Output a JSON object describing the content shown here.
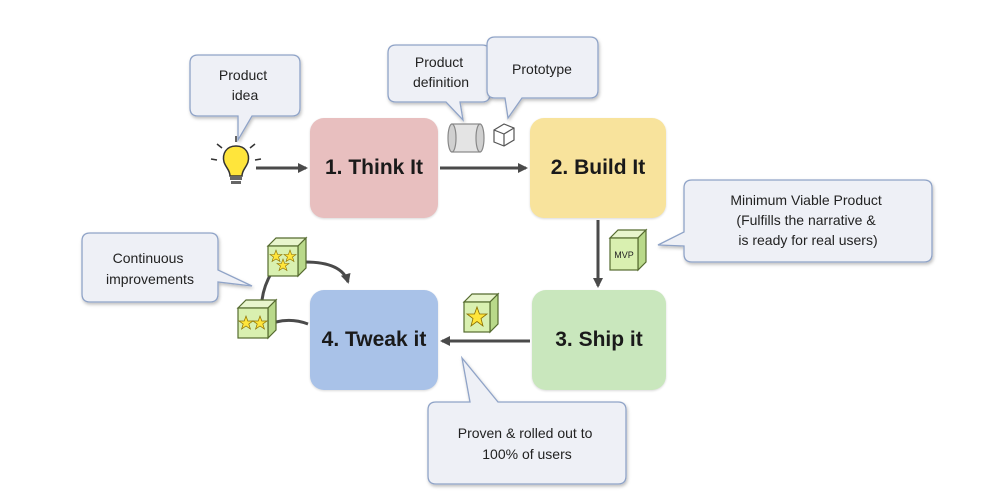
{
  "stages": {
    "think": "1. Think It",
    "build": "2. Build It",
    "ship": "3. Ship it",
    "tweak": "4. Tweak it"
  },
  "callouts": {
    "product_idea": [
      "Product",
      "idea"
    ],
    "product_definition": [
      "Product",
      "definition"
    ],
    "prototype": "Prototype",
    "mvp": [
      "Minimum Viable Product",
      "(Fulfills the narrative &",
      "is ready for real users)"
    ],
    "continuous": [
      "Continuous",
      "improvements"
    ],
    "proven": [
      "Proven & rolled out to",
      "100% of users"
    ]
  },
  "icons": {
    "mvp_label": "MVP"
  },
  "colors": {
    "think": "#e8bfbf",
    "build": "#f8e39c",
    "ship": "#c9e7bd",
    "tweak": "#a9c2e8",
    "cube": "#d9f0b0",
    "star": "#ffe53b"
  }
}
